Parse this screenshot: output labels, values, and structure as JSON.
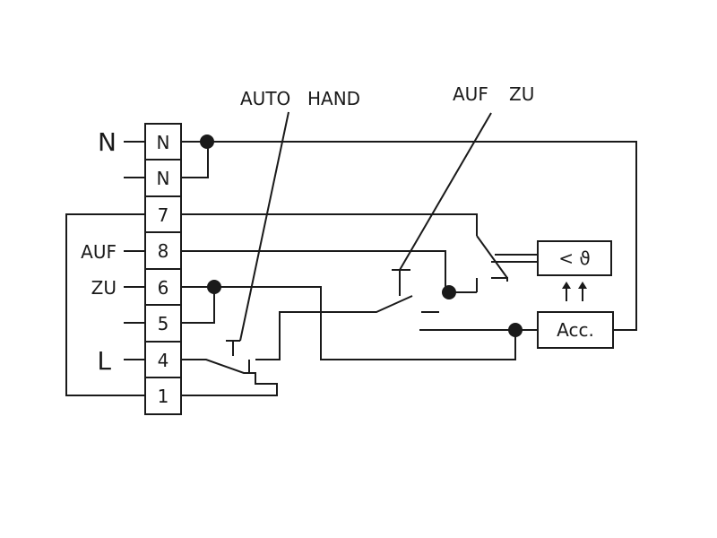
{
  "labels": {
    "switch1_left": "AUTO",
    "switch1_right": "HAND",
    "switch2_left": "AUF",
    "switch2_right": "ZU",
    "side_N": "N",
    "side_AUF": "AUF",
    "side_ZU": "ZU",
    "side_L": "L",
    "thermo": "< ϑ",
    "acc": "Acc."
  },
  "terminals": [
    "N",
    "N",
    "7",
    "8",
    "6",
    "5",
    "4",
    "1"
  ]
}
